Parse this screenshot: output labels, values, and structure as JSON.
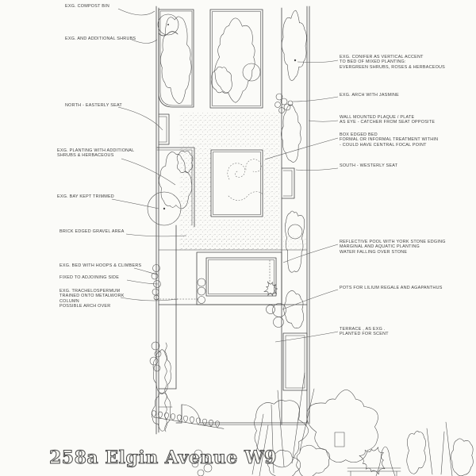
{
  "title": "258a Elgin Avenue W9",
  "colors": {
    "ink": "#474747",
    "paper": "#fbfbf8",
    "pencil": "#8a8a8a"
  },
  "annotations": {
    "left": [
      {
        "text": "EXG. COMPOST BIN"
      },
      {
        "text": "EXG. AND ADDITIONAL SHRUBS"
      },
      {
        "text": "NORTH - EASTERLY SEAT"
      },
      {
        "text": "EXG. PLANTING WITH ADDITIONAL\nSHRUBS & HERBACEOUS"
      },
      {
        "text": "EXG. BAY KEPT TRIMMED"
      },
      {
        "text": "BRICK EDGED GRAVEL AREA"
      },
      {
        "text": "EXG. BED WITH HOOPS & CLIMBERS"
      },
      {
        "text": "FIXED TO ADJOINING SIDE"
      },
      {
        "text": "EXG. TRACHELOSPERMUM\nTRAINED ONTO METALWORK\nCOLUMN\nPOSSIBLE ARCH OVER"
      }
    ],
    "right": [
      {
        "text": "EXG. CONIFER AS VERTICAL ACCENT\nTO BED OF MIXED PLANTING:\nEVERGREEN SHRUBS, ROSES & HERBACEOUS"
      },
      {
        "text": "EXG. ARCH WITH JASMINE"
      },
      {
        "text": "WALL MOUNTED PLAQUE / PLATE\nAS EYE - CATCHER FROM SEAT OPPOSITE"
      },
      {
        "text": "BOX EDGED BED\nFORMAL OR INFORMAL TREATMENT WITHIN\n- COULD HAVE CENTRAL FOCAL POINT"
      },
      {
        "text": "SOUTH - WESTERLY SEAT"
      },
      {
        "text": "REFLECTIVE POOL WITH YORK STONE EDGING\nMARGINAL AND AQUATIC PLANTING\nWATER FALLING OVER STONE"
      },
      {
        "text": "POTS FOR LILIUM REGALE AND AGAPANTHUS"
      },
      {
        "text": "TERRACE , AS EXG .\nPLANTED FOR SCENT"
      }
    ]
  }
}
